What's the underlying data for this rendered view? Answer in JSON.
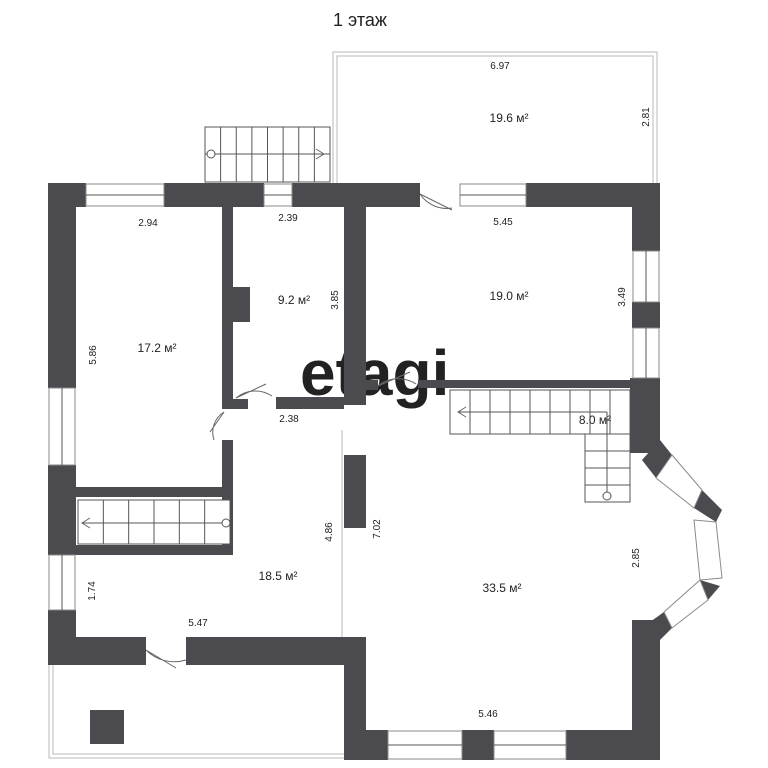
{
  "title": "1 этаж",
  "rooms": [
    {
      "id": "left-room",
      "area": "17.2 м²",
      "dims": [
        "2.94",
        "5.86"
      ]
    },
    {
      "id": "small-room",
      "area": "9.2 м²",
      "dims": [
        "2.39",
        "3.85"
      ]
    },
    {
      "id": "top-right-room",
      "area": "19.0 м²",
      "dims": [
        "5.45",
        "3.49"
      ]
    },
    {
      "id": "terrace",
      "area": "19.6 м²",
      "dims": [
        "6.97",
        "2.81"
      ]
    },
    {
      "id": "hall",
      "area": "18.5 м²",
      "dims": [
        "2.38",
        "4.86",
        "1.74",
        "5.47"
      ]
    },
    {
      "id": "living",
      "area": "33.5 м²",
      "dims": [
        "7.02",
        "2.85",
        "5.46"
      ]
    },
    {
      "id": "stair-landing",
      "area": "8.0 м²"
    }
  ],
  "watermark": "etagi",
  "colors": {
    "wall": "#4a4a4f",
    "line": "#b8b8b8",
    "window": "#ffffff"
  }
}
